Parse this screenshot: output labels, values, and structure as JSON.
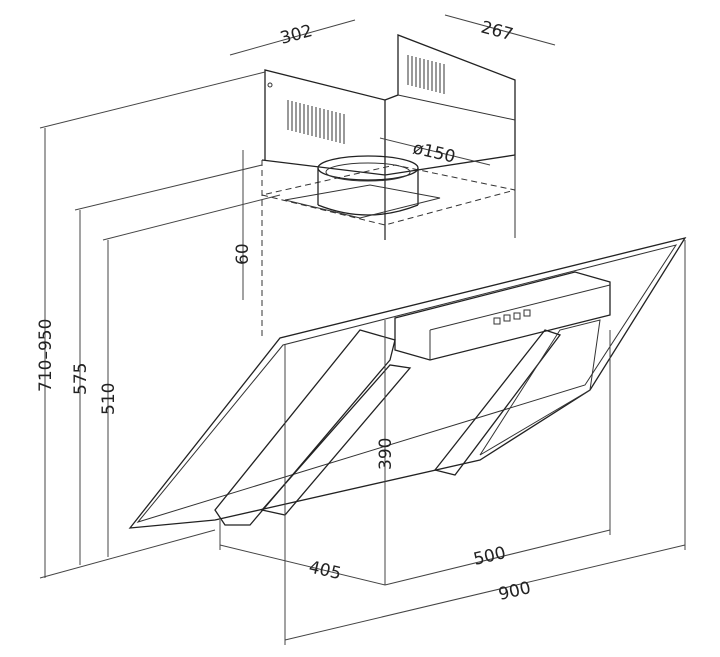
{
  "title": "Range hood dimension drawing",
  "dimensions": {
    "chimney_width": "302",
    "chimney_depth": "267",
    "duct_diameter": "ø150",
    "duct_height": "60",
    "total_height": "710–950",
    "height_575": "575",
    "height_510": "510",
    "depth_390": "390",
    "depth_405": "405",
    "width_500": "500",
    "width_900": "900"
  },
  "colors": {
    "line": "#222222",
    "background": "#ffffff"
  }
}
